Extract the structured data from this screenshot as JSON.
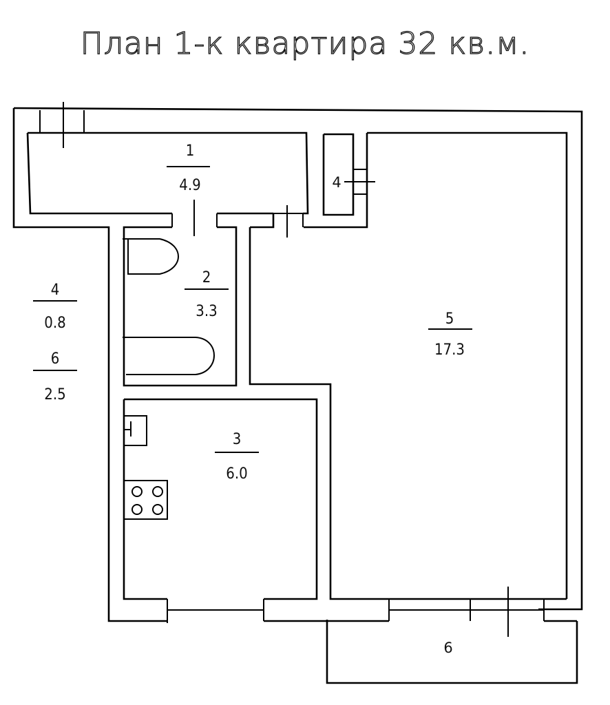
{
  "title": "План 1-к квартира 32 кв.м.",
  "rooms": [
    {
      "number": "1",
      "area": "4.9"
    },
    {
      "number": "2",
      "area": "3.3"
    },
    {
      "number": "3",
      "area": "6.0"
    },
    {
      "number": "4",
      "area": "0.8"
    },
    {
      "number": "5",
      "area": "17.3"
    },
    {
      "number": "6",
      "area": "2.5"
    }
  ],
  "closet_label": "4",
  "balcony_label": "6"
}
